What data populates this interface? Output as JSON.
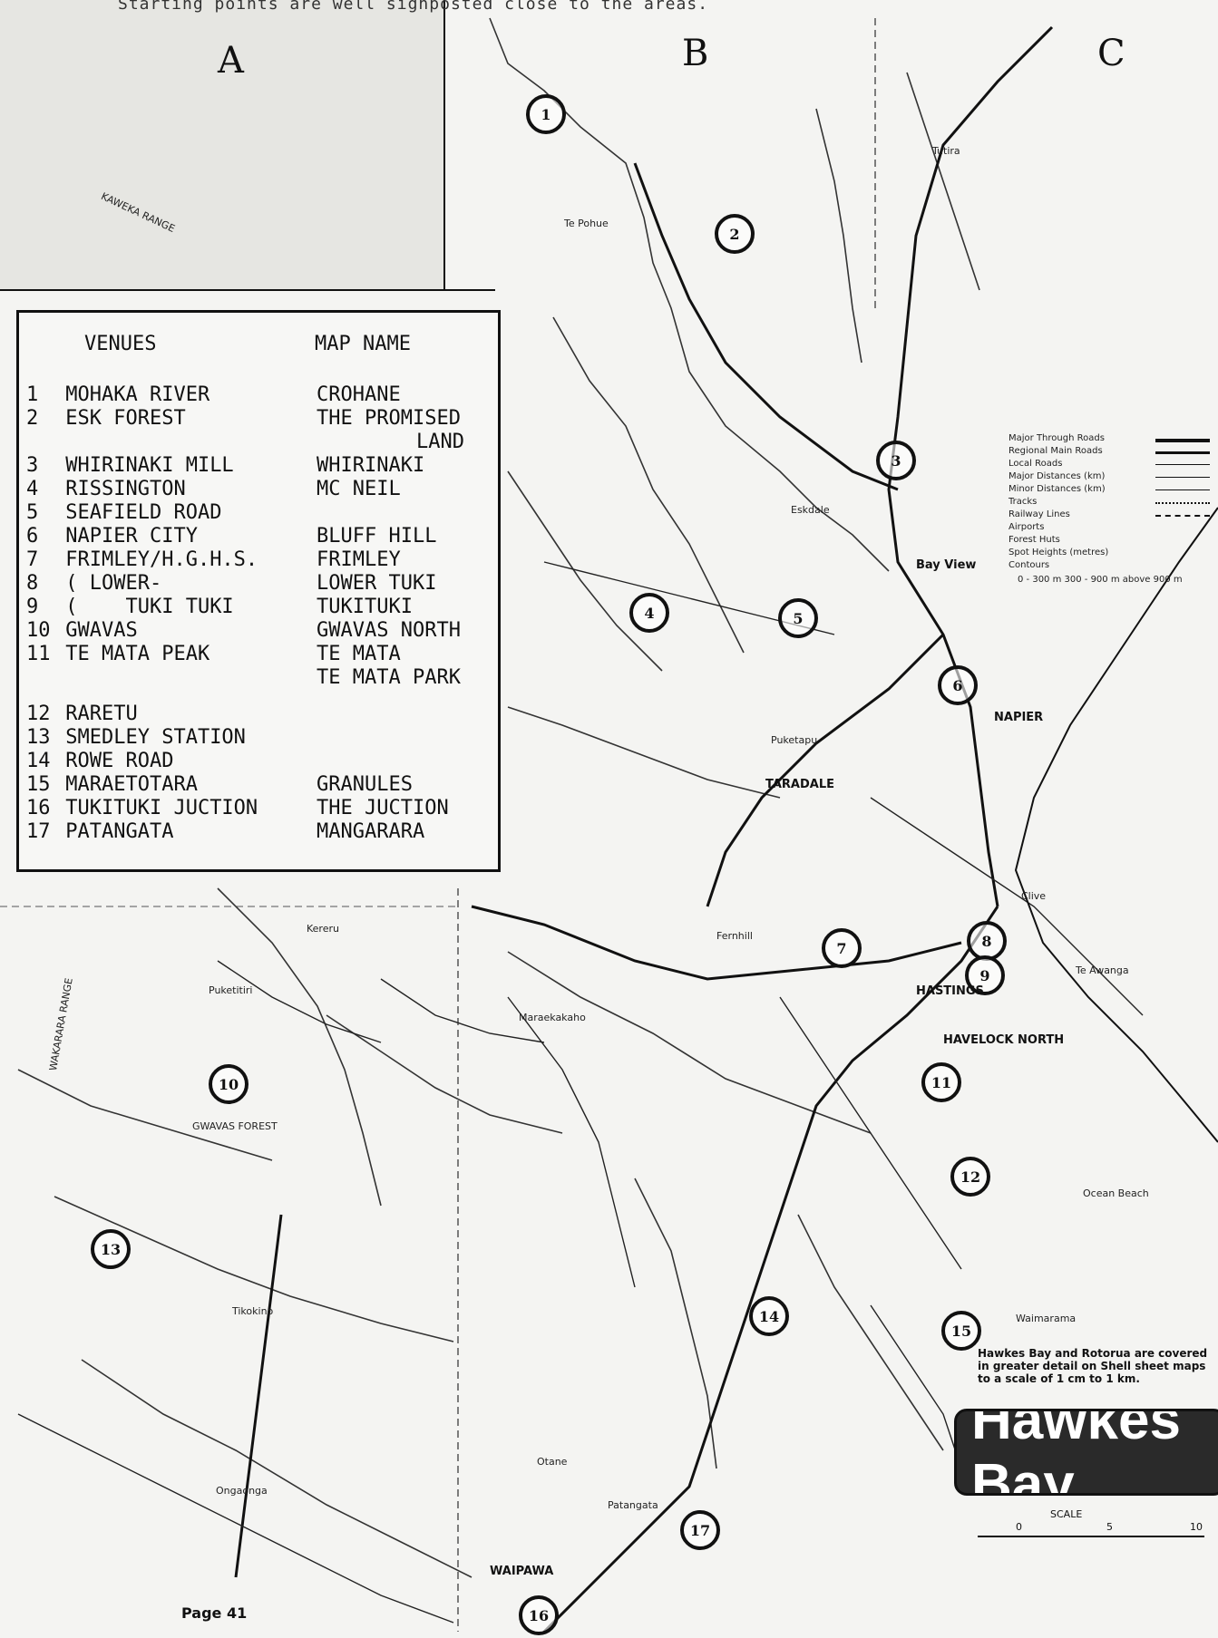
{
  "header_text": "Starting points are well signposted close to the areas.",
  "sectors": {
    "a": "A",
    "b": "B",
    "c": "C"
  },
  "legend": {
    "venues_header": "VENUES",
    "mapname_header": "MAP NAME",
    "rows": [
      {
        "num": "1",
        "venue": "MOHAKA RIVER",
        "map": "CROHANE"
      },
      {
        "num": "2",
        "venue": "ESK FOREST",
        "map": "THE PROMISED"
      },
      {
        "num": "",
        "venue": "",
        "map": "LAND"
      },
      {
        "num": "3",
        "venue": "WHIRINAKI MILL",
        "map": "WHIRINAKI"
      },
      {
        "num": "4",
        "venue": "RISSINGTON",
        "map": "MC NEIL"
      },
      {
        "num": "5",
        "venue": "SEAFIELD ROAD",
        "map": ""
      },
      {
        "num": "6",
        "venue": "NAPIER CITY",
        "map": "BLUFF HILL"
      },
      {
        "num": "7",
        "venue": "FRIMLEY/H.G.H.S.",
        "map": "FRIMLEY"
      },
      {
        "num": "8",
        "venue": "( LOWER-",
        "map": "LOWER TUKI"
      },
      {
        "num": "9",
        "venue": "(    TUKI TUKI",
        "map": "TUKITUKI"
      },
      {
        "num": "10",
        "venue": "GWAVAS",
        "map": "GWAVAS NORTH"
      },
      {
        "num": "11",
        "venue": "TE MATA PEAK",
        "map": "TE MATA"
      },
      {
        "num": "",
        "venue": "",
        "map": "TE MATA PARK"
      },
      {
        "num": "12",
        "venue": "RARETU",
        "map": ""
      },
      {
        "num": "13",
        "venue": "SMEDLEY STATION",
        "map": ""
      },
      {
        "num": "14",
        "venue": "ROWE ROAD",
        "map": ""
      },
      {
        "num": "15",
        "venue": "MARAETOTARA",
        "map": "GRANULES"
      },
      {
        "num": "16",
        "venue": "TUKITUKI JUCTION",
        "map": "THE JUCTION"
      },
      {
        "num": "17",
        "venue": "PATANGATA",
        "map": "MANGARARA"
      }
    ]
  },
  "venue_markers": [
    "1",
    "2",
    "3",
    "4",
    "5",
    "6",
    "7",
    "8",
    "9",
    "10",
    "11",
    "12",
    "13",
    "14",
    "15",
    "16",
    "17"
  ],
  "places": {
    "napier": "NAPIER",
    "taradale": "TARADALE",
    "hastings": "HASTINGS",
    "havelock_north": "HAVELOCK NORTH",
    "bay_view": "Bay View",
    "waipawa": "WAIPAWA",
    "otane": "Otane",
    "patangata": "Patangata",
    "ongaonga": "Ongaonga",
    "gwavas_forest": "GWAVAS FOREST",
    "wakarara_range": "WAKARARA RANGE",
    "kaweka_range": "KAWEKA RANGE",
    "puketapu": "Puketapu",
    "fernhill": "Fernhill",
    "waimarama": "Waimarama",
    "ocean_beach": "Ocean Beach",
    "eskdale": "Eskdale",
    "te_pohue": "Te Pohue",
    "tutira": "Tutira",
    "tikokino": "Tikokino",
    "maraekakaho": "Maraekakaho",
    "te_awanga": "Te Awanga",
    "clive": "Clive",
    "kereru": "Kereru",
    "puketitiri": "Puketitiri",
    "page_ref": "Page 41"
  },
  "map_key": {
    "items": [
      "Major Through Roads",
      "Regional Main Roads",
      "Local Roads",
      "Major Distances (km)",
      "Minor Distances (km)",
      "Tracks",
      "Railway Lines",
      "Airports",
      "Forest Huts",
      "Spot Heights (metres)",
      "Contours"
    ],
    "contours": "0 - 300 m   300 - 900 m   above 900 m"
  },
  "note_text": "Hawkes Bay and Rotorua are covered in greater detail on Shell sheet maps to a scale of 1 cm to 1 km.",
  "brand_text": "Hawkes Bay",
  "scale_label": "SCALE",
  "scale_ticks": [
    "0",
    "5",
    "10"
  ]
}
